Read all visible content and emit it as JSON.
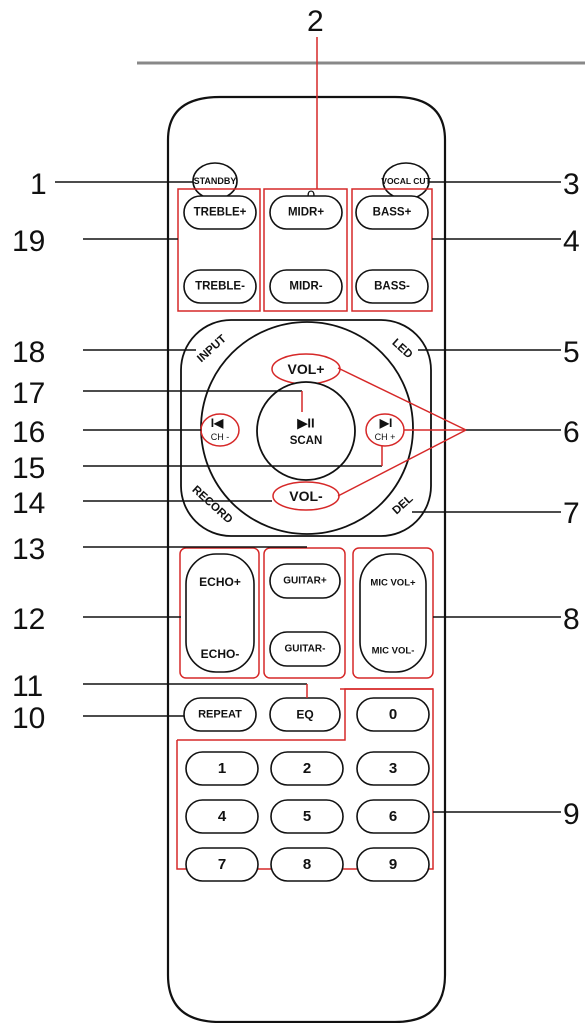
{
  "callouts": {
    "n1": "1",
    "n2": "2",
    "n3": "3",
    "n4": "4",
    "n5": "5",
    "n6": "6",
    "n7": "7",
    "n8": "8",
    "n9": "9",
    "n10": "10",
    "n11": "11",
    "n12": "12",
    "n13": "13",
    "n14": "14",
    "n15": "15",
    "n16": "16",
    "n17": "17",
    "n18": "18",
    "n19": "19"
  },
  "remote": {
    "standby": "STANDBY",
    "vocal_cut": "VOCAL CUT",
    "indicator": "0",
    "treble_plus": "TREBLE+",
    "treble_minus": "TREBLE-",
    "midr_plus": "MIDR+",
    "midr_minus": "MIDR-",
    "bass_plus": "BASS+",
    "bass_minus": "BASS-",
    "input": "INPUT",
    "led": "LED",
    "record": "RECORD",
    "del": "DEL",
    "vol_plus": "VOL+",
    "vol_minus": "VOL-",
    "scan": "SCAN",
    "play_pause_icon": "▶II",
    "prev_icon": "I◀",
    "next_icon": "▶I",
    "ch_minus": "CH -",
    "ch_plus": "CH +",
    "echo_plus": "ECHO+",
    "echo_minus": "ECHO-",
    "guitar_plus": "GUITAR+",
    "guitar_minus": "GUITAR-",
    "mic_vol_plus": "MIC VOL+",
    "mic_vol_minus": "MIC VOL-",
    "repeat": "REPEAT",
    "eq": "EQ",
    "digits": [
      "0",
      "1",
      "2",
      "3",
      "4",
      "5",
      "6",
      "7",
      "8",
      "9"
    ]
  },
  "colors": {
    "highlight": "#d62828",
    "outline": "#111111"
  }
}
